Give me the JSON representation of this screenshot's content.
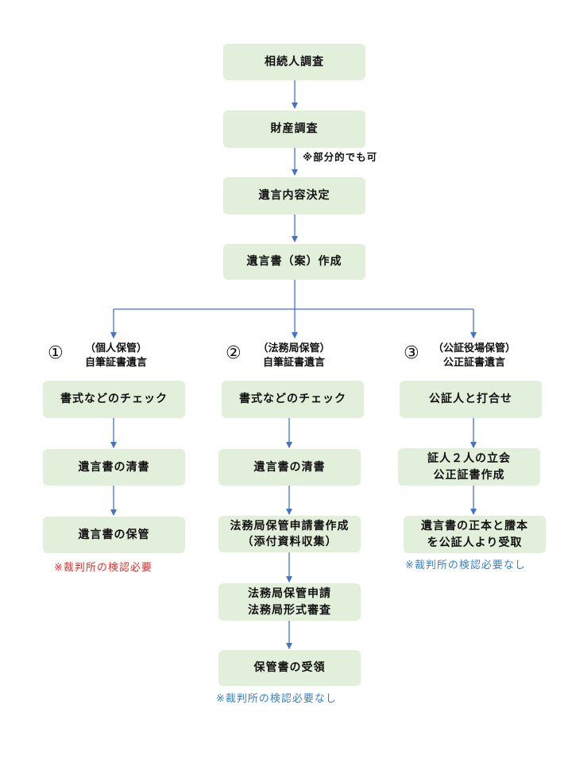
{
  "top_flow": {
    "heirs_survey": "相続人調査",
    "asset_survey": "財産調査",
    "partial_note": "※部分的でも可",
    "content_decision": "遺言内容決定",
    "draft_creation": "遺言書（案）作成"
  },
  "branch1": {
    "number": "①",
    "kind": "（個人保管）",
    "title": "自筆証書遺言",
    "step1": "書式などのチェック",
    "step2": "遺言書の清書",
    "step3": "遺言書の保管",
    "note": "※裁判所の検認必要"
  },
  "branch2": {
    "number": "②",
    "kind": "（法務局保管）",
    "title": "自筆証書遺言",
    "step1": "書式などのチェック",
    "step2": "遺言書の清書",
    "step3_line1": "法務局保管申請書作成",
    "step3_line2": "（添付資料収集）",
    "step4_line1": "法務局保管申請",
    "step4_line2": "法務局形式審査",
    "step5": "保管書の受領",
    "note": "※裁判所の検認必要なし"
  },
  "branch3": {
    "number": "③",
    "kind": "（公証役場保管）",
    "title": "公正証書遺言",
    "step1": "公証人と打合せ",
    "step2_line1": "証人２人の立会",
    "step2_line2": "公正証書作成",
    "step3_line1": "遺言書の正本と謄本",
    "step3_line2": "を公証人より受取",
    "note": "※裁判所の検認必要なし"
  },
  "colors": {
    "box_fill": "#e2efda",
    "connector": "#4472c4",
    "note_red": "#e03030",
    "note_blue": "#3a7fc2"
  }
}
